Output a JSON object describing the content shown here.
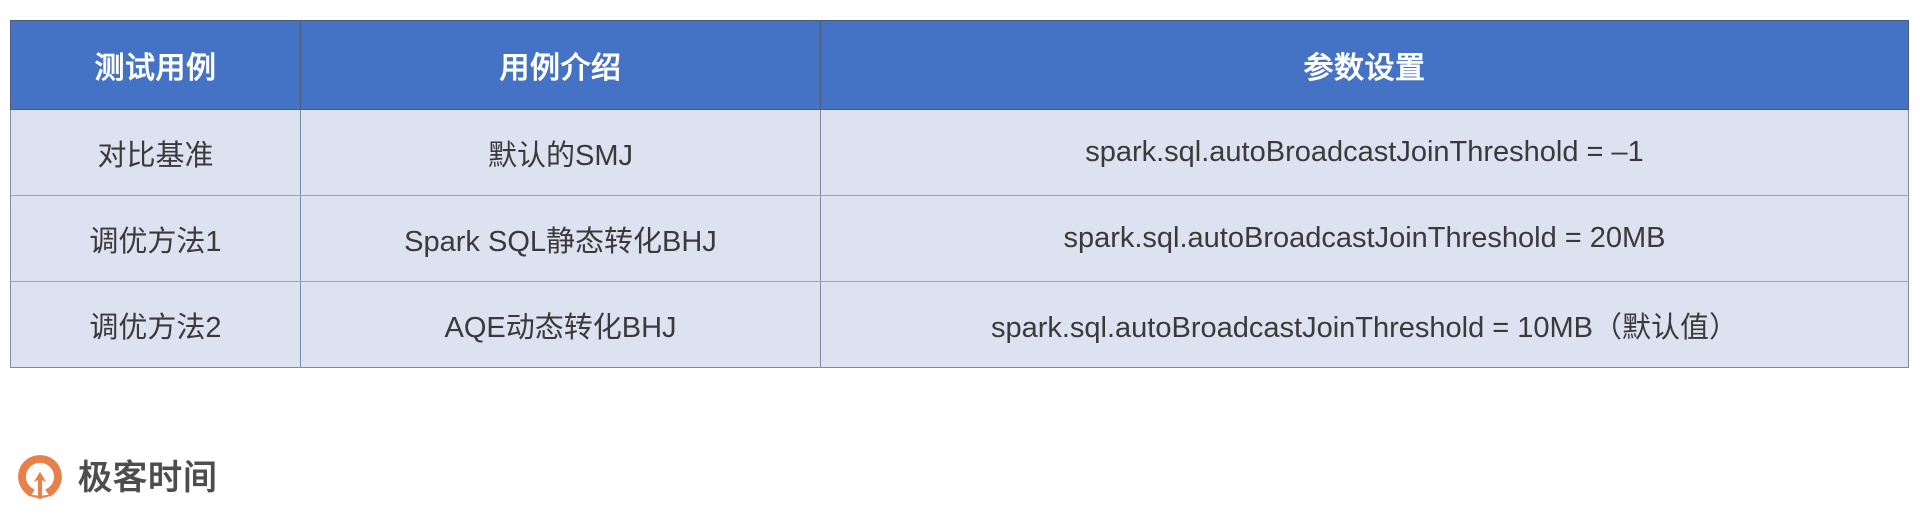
{
  "table": {
    "headers": [
      "测试用例",
      "用例介绍",
      "参数设置"
    ],
    "rows": [
      {
        "case": "对比基准",
        "intro": "默认的SMJ",
        "params": "spark.sql.autoBroadcastJoinThreshold = –1"
      },
      {
        "case": "调优方法1",
        "intro": "Spark SQL静态转化BHJ",
        "params": "spark.sql.autoBroadcastJoinThreshold = 20MB"
      },
      {
        "case": "调优方法2",
        "intro": "AQE动态转化BHJ",
        "params": "spark.sql.autoBroadcastJoinThreshold = 10MB（默认值）"
      }
    ]
  },
  "logo": {
    "text": "极客时间",
    "mark": "geektime-logo-icon",
    "color": "#E8804A"
  },
  "colors": {
    "header_bg": "#4472C4",
    "header_text": "#FFFFFF",
    "cell_bg": "#DCE2F0",
    "cell_text": "#3A3A3A",
    "border": "#7F8BA3",
    "page_bg": "#FFFFFF"
  }
}
